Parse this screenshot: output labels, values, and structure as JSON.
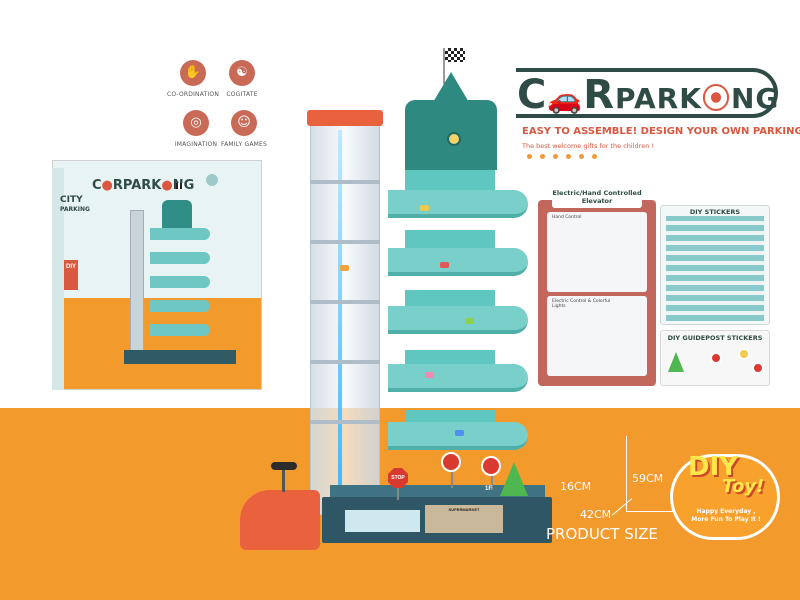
{
  "features": [
    {
      "label": "CO-ORDINATION",
      "icon": "hands-icon",
      "glyph": "✋"
    },
    {
      "label": "COGITATE",
      "icon": "brain-icon",
      "glyph": "☯"
    },
    {
      "label": "IMAGINATION",
      "icon": "spiral-icon",
      "glyph": "◎"
    },
    {
      "label": "FAMILY GAMES",
      "icon": "family-icon",
      "glyph": "☺"
    }
  ],
  "logo": {
    "part1": "C",
    "part2": "R",
    "part3": "PARK",
    "part4": "NG",
    "car_glyph": "🚗",
    "pin_glyph": "⦿"
  },
  "tagline": "EASY TO ASSEMBLE!  DESIGN YOUR OWN PARKING!",
  "subtagline": "The best welcome gifts for the children !",
  "box": {
    "logo_a": "C",
    "logo_b": "RPARK",
    "logo_c": "NG",
    "city": "CITY",
    "parking": "PARKING",
    "diy": "DIY"
  },
  "panels": {
    "elevator_title": "Electric/Hand Controlled Elevator",
    "hand_control": "Hand Control",
    "electric_control": "Electric Control & Colorful Lights",
    "stickers_title": "DIY STICKERS",
    "guidepost_title": "DIY GUIDEPOST STICKERS"
  },
  "model_labels": {
    "stop": "STOP",
    "supermarket": "SUPERMARKET",
    "floor": "1F"
  },
  "dimensions": {
    "height": "59CM",
    "depth": "16CM",
    "width": "42CM",
    "caption": "PRODUCT SIZE"
  },
  "badge": {
    "diy": "DIY",
    "toy": "Toy!",
    "line1": "Happy Everyday ,",
    "line2": "More Fun To Play It !"
  },
  "colors": {
    "orange": "#f39a2c",
    "teal_dark": "#2f4b45",
    "accent_red": "#d9583f",
    "panel_red": "#c2675b"
  }
}
